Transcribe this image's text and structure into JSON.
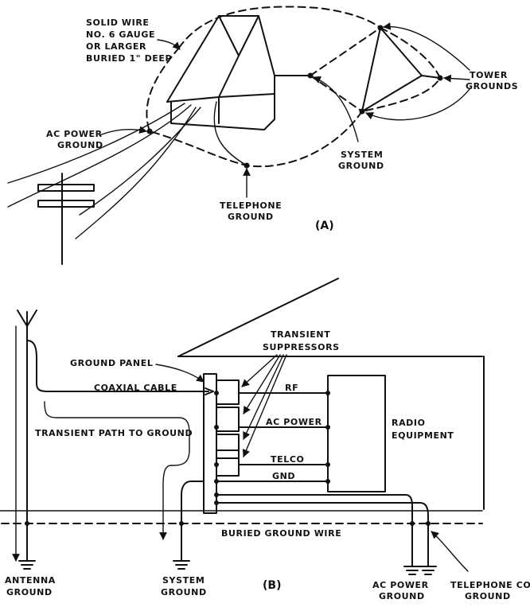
{
  "diagram_a": {
    "solid_wire_note": [
      "SOLID WIRE",
      "NO. 6 GAUGE",
      "OR LARGER",
      "BURIED 1\" DEEP"
    ],
    "tower_grounds": [
      "TOWER",
      "GROUNDS"
    ],
    "ac_power_ground": [
      "AC POWER",
      "GROUND"
    ],
    "system_ground": [
      "SYSTEM",
      "GROUND"
    ],
    "telephone_ground": [
      "TELEPHONE",
      "GROUND"
    ],
    "caption": "(A)"
  },
  "diagram_b": {
    "transient_suppressors": [
      "TRANSIENT",
      "SUPPRESSORS"
    ],
    "ground_panel": "GROUND PANEL",
    "coaxial_cable": "COAXIAL CABLE",
    "transient_path": "TRANSIENT PATH TO GROUND",
    "rf": "RF",
    "ac_power": "AC POWER",
    "telco": "TELCO",
    "gnd": "GND",
    "radio_equipment": [
      "RADIO",
      "EQUIPMENT"
    ],
    "buried_ground_wire": "BURIED GROUND WIRE",
    "antenna_ground": [
      "ANTENNA",
      "GROUND"
    ],
    "system_ground": [
      "SYSTEM",
      "GROUND"
    ],
    "ac_power_ground": [
      "AC POWER",
      "GROUND"
    ],
    "telephone_co_ground": [
      "TELEPHONE CO",
      "GROUND"
    ],
    "caption": "(B)"
  }
}
